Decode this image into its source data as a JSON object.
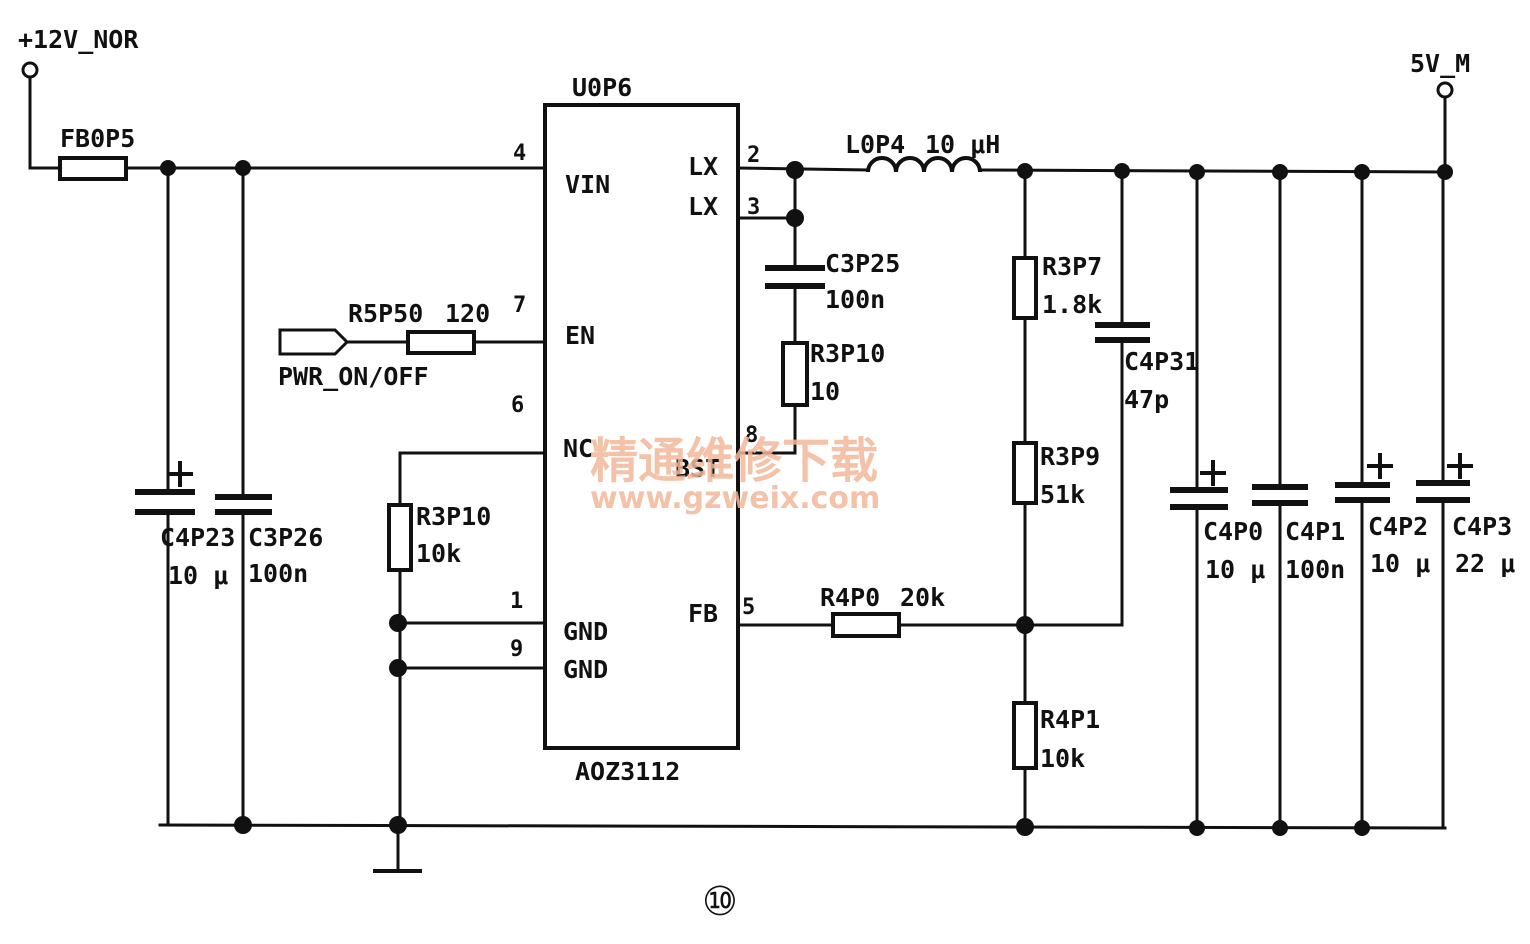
{
  "rails": {
    "input": "+12V_NOR",
    "output": "5V_M"
  },
  "ic": {
    "ref": "U0P6",
    "part": "AOZ3112",
    "pins": [
      {
        "num": "4",
        "name": "VIN"
      },
      {
        "num": "2",
        "name": "LX"
      },
      {
        "num": "3",
        "name": "LX"
      },
      {
        "num": "7",
        "name": "EN"
      },
      {
        "num": "6",
        "name": "NC"
      },
      {
        "num": "8",
        "name": "BST"
      },
      {
        "num": "1",
        "name": "GND"
      },
      {
        "num": "9",
        "name": "GND"
      },
      {
        "num": "5",
        "name": "FB"
      }
    ]
  },
  "components": {
    "fb0p5": {
      "ref": "FB0P5"
    },
    "r5p50": {
      "ref": "R5P50",
      "value": "120"
    },
    "enable_port": {
      "label": "PWR_ON/OFF"
    },
    "r3p10_nc": {
      "ref": "R3P10",
      "value": "10k"
    },
    "c4p23": {
      "ref": "C4P23",
      "value": "10 μ"
    },
    "c3p26": {
      "ref": "C3P26",
      "value": "100n"
    },
    "l0p4": {
      "ref": "L0P4",
      "value": "10 μH"
    },
    "c3p25": {
      "ref": "C3P25",
      "value": "100n"
    },
    "r3p10_bst": {
      "ref": "R3P10",
      "value": "10"
    },
    "r3p7": {
      "ref": "R3P7",
      "value": "1.8k"
    },
    "c4p31": {
      "ref": "C4P31",
      "value": "47p"
    },
    "r3p9": {
      "ref": "R3P9",
      "value": "51k"
    },
    "r4p0": {
      "ref": "R4P0",
      "value": "20k"
    },
    "r4p1": {
      "ref": "R4P1",
      "value": "10k"
    },
    "c4p0": {
      "ref": "C4P0",
      "value": "10 μ"
    },
    "c4p1": {
      "ref": "C4P1",
      "value": "100n"
    },
    "c4p2": {
      "ref": "C4P2",
      "value": "10 μ"
    },
    "c4p3": {
      "ref": "C4P3",
      "value": "22 μ"
    }
  },
  "watermark": {
    "chinese": "精通维修下载",
    "url": "www.gzweix.com"
  },
  "figure_number": "⑩"
}
